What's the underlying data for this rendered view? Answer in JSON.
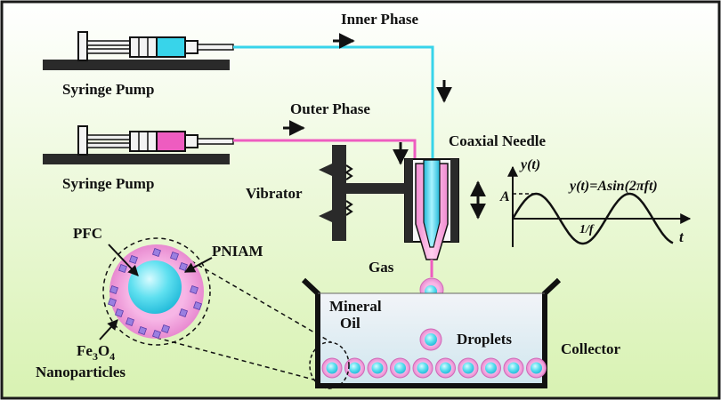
{
  "labels": {
    "syringe_pump_top": "Syringe Pump",
    "syringe_pump_bottom": "Syringe Pump",
    "inner_phase": "Inner Phase",
    "outer_phase": "Outer Phase",
    "coaxial_needle": "Coaxial Needle",
    "vibrator": "Vibrator",
    "gas": "Gas",
    "mineral_oil_line1": "Mineral",
    "mineral_oil_line2": "Oil",
    "droplets": "Droplets",
    "collector": "Collector",
    "pfc": "PFC",
    "pniam": "PNIAM",
    "fe3o4_base": "Fe",
    "fe3o4_sub1": "3",
    "fe3o4_mid": "O",
    "fe3o4_sub2": "4",
    "nanoparticles": "Nanoparticles"
  },
  "plot": {
    "ylabel": "y(t)",
    "xlabel": "t",
    "amplitude_label": "A",
    "period_label": "1/f",
    "equation": "y(t)=Asin(2πft)"
  },
  "colors": {
    "inner_phase": "#38d4ea",
    "outer_phase": "#ee5cc0",
    "frame": "#1a1a1a",
    "bg_top": "#ffffff",
    "bg_bottom": "#d8f2b2"
  }
}
